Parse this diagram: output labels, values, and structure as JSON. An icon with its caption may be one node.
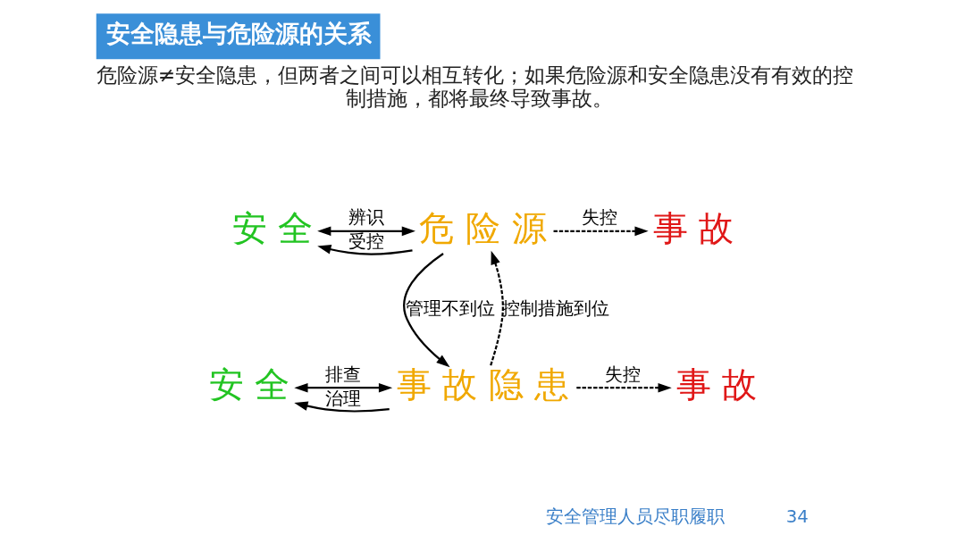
{
  "diagram": {
    "title": "安全隐患与危险源的关系",
    "nodes": [
      {
        "text": [
          "安 全"
        ]
      },
      {
        "text": [
          "危 险 源"
        ]
      },
      {
        "text": [
          "事 故"
        ]
      },
      {
        "text": [
          "安 全"
        ]
      },
      {
        "text": [
          "事 故 隐 患"
        ]
      },
      {
        "text": [
          "事 故"
        ]
      }
    ],
    "edges": [
      {
        "from": 0,
        "to": 1,
        "arrow": "both",
        "label": "辨识"
      },
      {
        "from": 1,
        "to": 0,
        "arrow": "to",
        "label": "受控"
      },
      {
        "from": 1,
        "to": 2,
        "arrow": "to",
        "label": "失控",
        "style": "dashed"
      },
      {
        "from": 1,
        "to": 4,
        "arrow": "to",
        "label": "管理不到位"
      },
      {
        "from": 4,
        "to": 1,
        "arrow": "to",
        "label": "控制措施到位",
        "style": "dashed"
      },
      {
        "from": 3,
        "to": 4,
        "arrow": "both",
        "label": "排查"
      },
      {
        "from": 4,
        "to": 3,
        "arrow": "to",
        "label": "治理"
      },
      {
        "from": 4,
        "to": 5,
        "arrow": "to",
        "label": "失控",
        "style": "dashed"
      }
    ],
    "labels": [
      "危险源≠安全隐患，但两者之间可以相互转化；如果危险源和安全隐患没有有效的控制措施，都将最终导致事故。",
      "安全管理人员尽职履职",
      "34"
    ]
  }
}
